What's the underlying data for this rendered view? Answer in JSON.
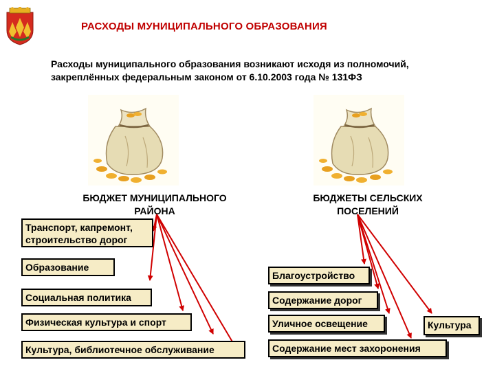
{
  "header": {
    "title": "РАСХОДЫ МУНИЦИПАЛЬНОГО ОБРАЗОВАНИЯ"
  },
  "intro": {
    "line1": "Расходы муниципального образования возникают исходя из полномочий,",
    "line2": "закреплённых федеральным законом от 6.10.2003 года № 131ФЗ"
  },
  "district": {
    "title_line1": "БЮДЖЕТ МУНИЦИПАЛЬНОГО",
    "title_line2": "РАЙОНА",
    "items": [
      {
        "line1": "Транспорт, капремонт,",
        "line2": "строительство дорог"
      },
      {
        "line1": "Образование"
      },
      {
        "line1": "Социальная политика"
      },
      {
        "line1": "Физическая культура и спорт"
      },
      {
        "line1": "Культура, библиотечное обслуживание"
      }
    ]
  },
  "settlements": {
    "title_line1": "БЮДЖЕТЫ СЕЛЬСКИХ",
    "title_line2": "ПОСЕЛЕНИЙ",
    "items": [
      {
        "line1": "Благоустройство"
      },
      {
        "line1": "Содержание дорог"
      },
      {
        "line1": "Уличное освещение"
      },
      {
        "line1": "Культура"
      },
      {
        "line1": "Содержание мест захоронения"
      }
    ]
  },
  "colors": {
    "title": "#c00000",
    "arrow": "#d00000",
    "box_fill": "#f6ecc6",
    "coin": "#e8a020",
    "sack": "#e6dcb4"
  },
  "icons": {
    "emblem": "municipal-coat-of-arms-icon",
    "bag": "money-bag-icon"
  }
}
